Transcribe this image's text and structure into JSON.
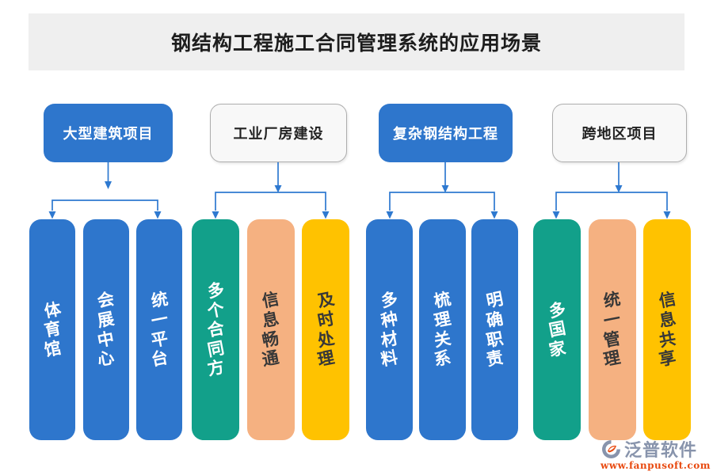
{
  "title": "钢结构工程施工合同管理系统的应用场景",
  "colors": {
    "blue": "#2E76CC",
    "blue_line": "#2E79D0",
    "teal": "#12A08A",
    "peach": "#F5B181",
    "yellow": "#FFC200",
    "title_bar_bg": "#EFEFEF",
    "light_box_bg": "#F8F8F8",
    "light_box_border": "#ADADAD",
    "dark_text": "#383838",
    "logo_text": "#8894AC",
    "logo_url": "#E8490F"
  },
  "groups": [
    {
      "header": "大型建筑项目",
      "style": "blue",
      "columns": [
        {
          "label": "体育馆",
          "color": "blue"
        },
        {
          "label": "会展中心",
          "color": "blue"
        },
        {
          "label": "统一平台",
          "color": "blue"
        }
      ]
    },
    {
      "header": "工业厂房建设",
      "style": "light",
      "columns": [
        {
          "label": "多个合同方",
          "color": "teal"
        },
        {
          "label": "信息畅通",
          "color": "peach"
        },
        {
          "label": "及时处理",
          "color": "yellow"
        }
      ]
    },
    {
      "header": "复杂钢结构工程",
      "style": "blue",
      "columns": [
        {
          "label": "多种材料",
          "color": "blue"
        },
        {
          "label": "梳理关系",
          "color": "blue"
        },
        {
          "label": "明确职责",
          "color": "blue"
        }
      ]
    },
    {
      "header": "跨地区项目",
      "style": "light",
      "columns": [
        {
          "label": "多国家",
          "color": "teal"
        },
        {
          "label": "统一管理",
          "color": "peach"
        },
        {
          "label": "信息共享",
          "color": "yellow"
        }
      ]
    }
  ],
  "logo": {
    "name": "泛普软件",
    "url": "www.fanpusoft.com"
  }
}
